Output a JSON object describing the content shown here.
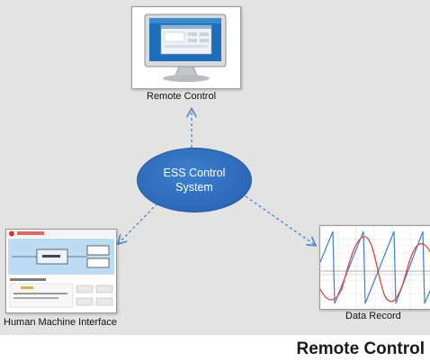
{
  "center": {
    "line1": "ESS Control",
    "line2": "System"
  },
  "nodes": {
    "remote": {
      "label": "Remote Control"
    },
    "hmi": {
      "label": "Human Machine Interface"
    },
    "data": {
      "label": "Data Record"
    }
  },
  "footer_title": "Remote Control",
  "colors": {
    "ellipse": "#2c68b6",
    "connector": "#4f86c8",
    "background": "#e3e3e3"
  }
}
